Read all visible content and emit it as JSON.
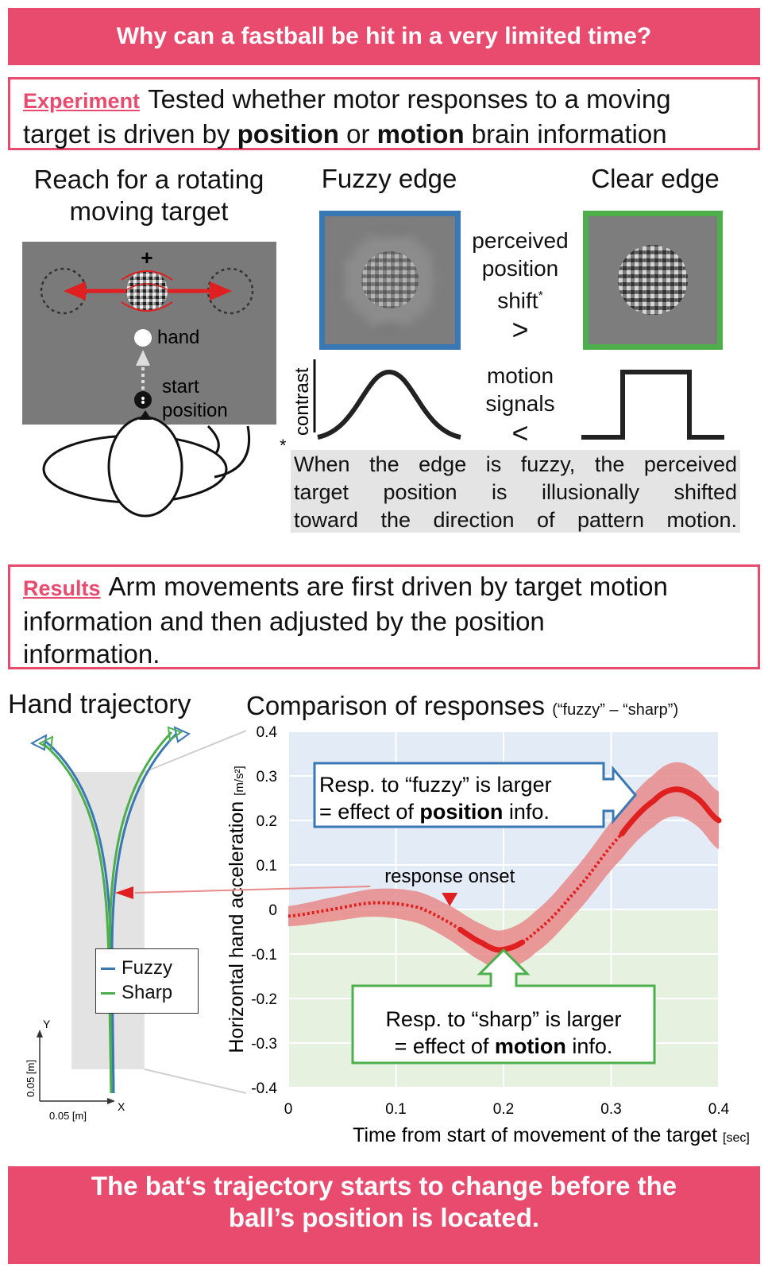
{
  "header": {
    "title": "Why can a fastball be hit in a very limited time?"
  },
  "experiment": {
    "label": "Experiment",
    "line1": "Tested whether motor responses to a moving",
    "line2_a": "target is driven by ",
    "line2_b": "position",
    "line2_c": " or ",
    "line2_d": "motion",
    "line2_e": " brain information"
  },
  "setup": {
    "title_line1": "Reach for a rotating",
    "title_line2": "moving target",
    "plus": "+",
    "hand": "hand",
    "start1": "start",
    "start2": "position"
  },
  "stimuli": {
    "fuzzy_title": "Fuzzy edge",
    "clear_title": "Clear edge",
    "shift1": "perceived",
    "shift2": "position",
    "shift3": "shift",
    "star": "*",
    "gt": ">",
    "motion1": "motion",
    "motion2": "signals",
    "lt": "<",
    "contrast": "contrast",
    "note_star": "*",
    "note1": "When the edge is fuzzy, the perceived",
    "note2": "target position is illusionally shifted",
    "note3": "toward the direction of pattern motion."
  },
  "results": {
    "label": "Results",
    "line1": "Arm movements are first driven by target motion",
    "line2": "information and then adjusted by the position",
    "line3": "information."
  },
  "trajectory": {
    "title": "Hand trajectory",
    "legend_fuzzy": "Fuzzy",
    "legend_sharp": "Sharp",
    "axis_y": "Y",
    "axis_x": "X",
    "scale_y": "0.05 [m]",
    "scale_x": "0.05 [m]",
    "colors": {
      "fuzzy": "#3a78b5",
      "sharp": "#4caf4c"
    }
  },
  "chart_data": {
    "type": "line",
    "title": "Comparison of responses",
    "subtitle": "(“fuzzy” – “sharp”)",
    "xlabel": "Time from start of movement of the target",
    "xunit": "[sec]",
    "ylabel": "Horizontal hand acceleration",
    "yunit": "[m/s²]",
    "xlim": [
      0,
      0.4
    ],
    "ylim": [
      -0.4,
      0.4
    ],
    "xticks": [
      "0",
      "0.1",
      "0.2",
      "0.3",
      "0.4"
    ],
    "yticks": [
      "0.4",
      "0.3",
      "0.2",
      "0.1",
      "0",
      "-0.1",
      "-0.2",
      "-0.3",
      "-0.4"
    ],
    "grid": true,
    "x": [
      0,
      0.04,
      0.08,
      0.12,
      0.15,
      0.18,
      0.2,
      0.23,
      0.27,
      0.31,
      0.34,
      0.36,
      0.38,
      0.4
    ],
    "values": [
      -0.015,
      0.0,
      0.015,
      0.005,
      -0.03,
      -0.075,
      -0.09,
      -0.05,
      0.05,
      0.17,
      0.245,
      0.27,
      0.25,
      0.2
    ],
    "band_halfwidth": 0.065,
    "solid_segments": [
      [
        0.16,
        0.22
      ],
      [
        0.31,
        0.4
      ]
    ],
    "onset_label": "response onset",
    "onset_x": 0.15,
    "annot_fuzzy_1": "Resp. to “fuzzy” is larger",
    "annot_fuzzy_2a": "= effect of ",
    "annot_fuzzy_2b": "position",
    "annot_fuzzy_2c": " info.",
    "annot_sharp_1": "Resp. to “sharp” is larger",
    "annot_sharp_2a": "= effect of ",
    "annot_sharp_2b": "motion",
    "annot_sharp_2c": " info.",
    "colors": {
      "line": "#e02020",
      "band": "#e88a8a",
      "positive_bg": "#e3ecf6",
      "negative_bg": "#e6f1e0",
      "fuzzy_box": "#3a78b5",
      "sharp_box": "#4caf4c"
    }
  },
  "footer": {
    "line1": "The bat‘s trajectory starts to change before the",
    "line2": "ball’s position is located."
  }
}
